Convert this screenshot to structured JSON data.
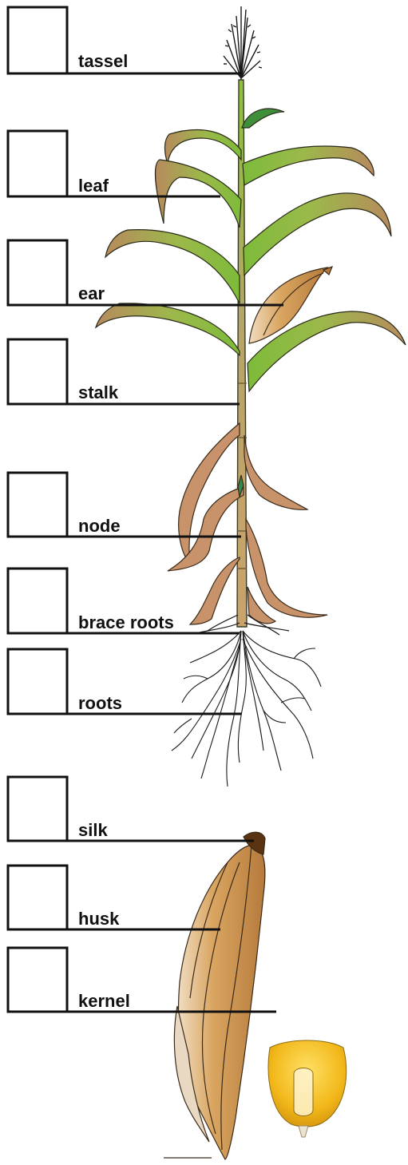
{
  "title": "",
  "labels": [
    {
      "id": "tassel",
      "text": "tassel"
    },
    {
      "id": "leaf",
      "text": "leaf"
    },
    {
      "id": "ear",
      "text": "ear"
    },
    {
      "id": "stalk",
      "text": "stalk"
    },
    {
      "id": "node",
      "text": "node"
    },
    {
      "id": "brace_roots",
      "text": "brace roots"
    },
    {
      "id": "roots",
      "text": "roots"
    },
    {
      "id": "silk",
      "text": "silk"
    },
    {
      "id": "husk",
      "text": "husk"
    },
    {
      "id": "kernel",
      "text": "kernel"
    }
  ],
  "answer_boxes": [
    "",
    "",
    "",
    "",
    "",
    "",
    "",
    "",
    "",
    ""
  ],
  "colors": {
    "leaf_green": "#7dbb3a",
    "leaf_dead": "#c8936a",
    "stalk": "#c9a36c",
    "husk": "#d9a560",
    "silk_tip": "#5a3412",
    "kernel": "#f2b81a",
    "outline": "#1a1a1a"
  }
}
